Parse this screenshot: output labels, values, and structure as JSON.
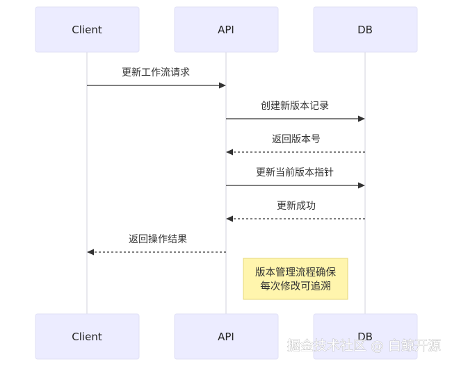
{
  "participants": [
    "Client",
    "API",
    "DB"
  ],
  "messages": [
    {
      "from": 0,
      "to": 1,
      "label": "更新工作流请求",
      "style": "solid"
    },
    {
      "from": 1,
      "to": 2,
      "label": "创建新版本记录",
      "style": "solid"
    },
    {
      "from": 2,
      "to": 1,
      "label": "返回版本号",
      "style": "dashed"
    },
    {
      "from": 1,
      "to": 2,
      "label": "更新当前版本指针",
      "style": "solid"
    },
    {
      "from": 2,
      "to": 1,
      "label": "更新成功",
      "style": "dashed"
    },
    {
      "from": 1,
      "to": 0,
      "label": "返回操作结果",
      "style": "dashed"
    }
  ],
  "note": {
    "lines": [
      "版本管理流程确保",
      "每次修改可追溯"
    ]
  },
  "watermark": "掘金技术社区 @ 白鲸开源",
  "colors": {
    "actor_fill": "#ececff",
    "note_fill": "#fff5ad",
    "line": "#333333"
  }
}
